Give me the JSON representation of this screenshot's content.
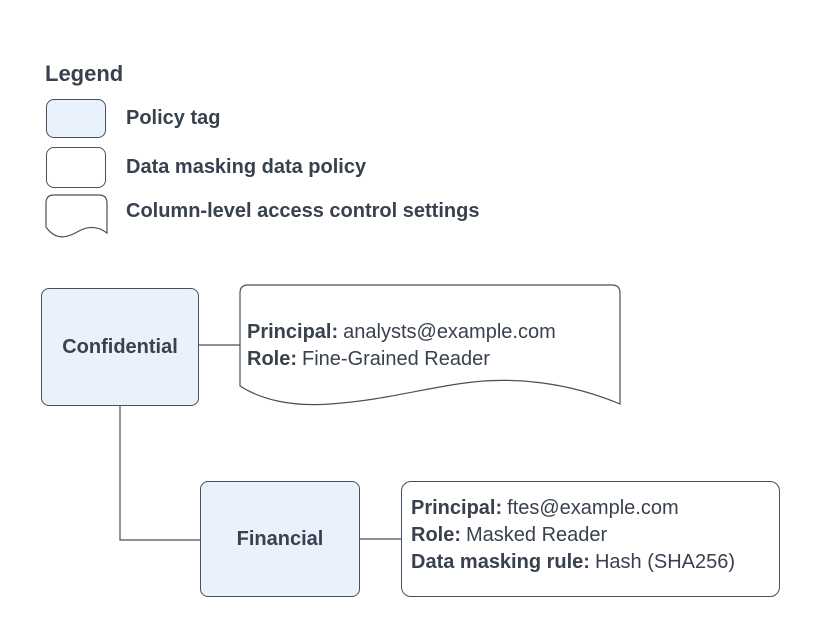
{
  "colors": {
    "background": "#ffffff",
    "policy_tag_fill": "#e8f1fc",
    "shape_stroke": "#47505e",
    "text": "#39414f"
  },
  "legend": {
    "title": "Legend",
    "items": [
      {
        "swatch": "policy-tag-swatch",
        "label": "Policy tag"
      },
      {
        "swatch": "data-masking-policy-swatch",
        "label": "Data masking data policy"
      },
      {
        "swatch": "column-access-settings-swatch",
        "label": "Column-level access control settings"
      }
    ]
  },
  "diagram": {
    "nodes": {
      "confidential": {
        "label": "Confidential"
      },
      "financial": {
        "label": "Financial"
      }
    },
    "confidential_settings": {
      "lines": [
        {
          "label": "Principal:",
          "value": "analysts@example.com"
        },
        {
          "label": "Role:",
          "value": "Fine-Grained Reader"
        }
      ]
    },
    "financial_policy": {
      "lines": [
        {
          "label": "Principal:",
          "value": "ftes@example.com"
        },
        {
          "label": "Role:",
          "value": "Masked Reader"
        },
        {
          "label": "Data masking rule:",
          "value": "Hash (SHA256)"
        }
      ]
    }
  }
}
